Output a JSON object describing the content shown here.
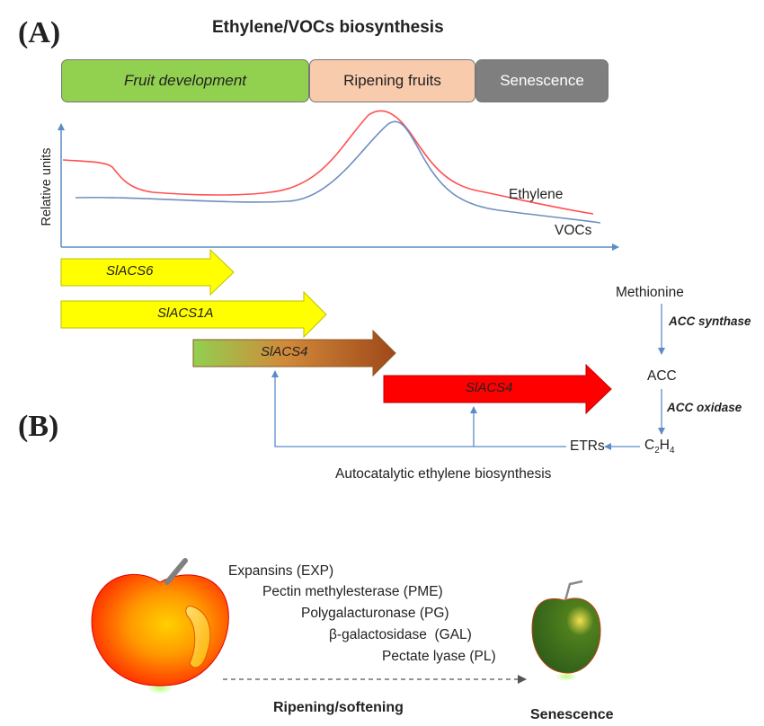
{
  "panel_a": {
    "label": "(A)",
    "title": "Ethylene/VOCs biosynthesis",
    "stages": [
      {
        "label": "Fruit development",
        "color": "#92d050"
      },
      {
        "label": "Ripening fruits",
        "color": "#f8cbad"
      },
      {
        "label": "Senescence",
        "color": "#7f7f7f"
      }
    ],
    "y_axis_label": "Relative units",
    "curves": [
      {
        "label": "Ethylene",
        "color": "#ff5050"
      },
      {
        "label": "VOCs",
        "color": "#6f8fbf"
      }
    ],
    "genes": [
      {
        "label": "SlACS6",
        "color": "#ffff00"
      },
      {
        "label": "SlACS1A",
        "color": "#ffff00"
      },
      {
        "label": "SlACS4",
        "color": "gradient #92d050 to #c55a11"
      },
      {
        "label": "SlACS4",
        "color": "#ff0000"
      }
    ],
    "pathway": {
      "methionine": "Methionine",
      "acc_synthase": "ACC synthase",
      "acc": "ACC",
      "acc_oxidase": "ACC oxidase",
      "c2h4_prefix": "C",
      "c2h4_sub1": "2",
      "c2h4_mid": "H",
      "c2h4_sub2": "4",
      "etrs": "ETRs"
    },
    "feedback_label": "Autocatalytic ethylene biosynthesis"
  },
  "panel_b": {
    "label": "(B)",
    "enzymes": [
      "Expansins (EXP)",
      "Pectin methylesterase (PME)",
      "Polygalacturonase (PG)",
      "β-galactosidase  (GAL)",
      "Pectate lyase (PL)"
    ],
    "ripening_label": "Ripening/softening",
    "senescence_label": "Senescence"
  }
}
